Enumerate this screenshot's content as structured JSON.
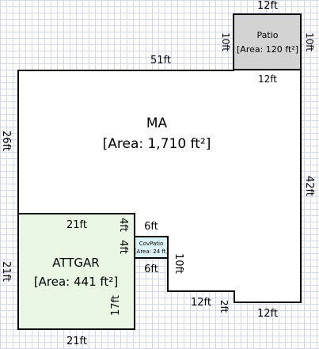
{
  "sketch": {
    "rooms": {
      "ma": {
        "name": "MA",
        "area": "[Area: 1,710 ft²]",
        "fill": "#ffffff"
      },
      "patio": {
        "name": "Patio",
        "area": "[Area: 120 ft²]",
        "fill": "#d3d3d3"
      },
      "attgar": {
        "name": "ATTGAR",
        "area": "[Area: 441 ft²]",
        "fill": "#eaf7e4"
      },
      "covpatio": {
        "name": "CovPatio",
        "area": "[Area: 24 ft]",
        "fill": "#ddf4f6"
      }
    },
    "dimensions": {
      "ma_top": "51ft",
      "ma_left": "26ft",
      "ma_right": "42ft",
      "patio_top": "12ft",
      "patio_bottom": "12ft",
      "patio_left": "10ft",
      "patio_right": "10ft",
      "garage_top": "21ft",
      "garage_left": "21ft",
      "garage_bottom": "21ft",
      "garage_right": "17ft",
      "covpatio_top": "6ft",
      "covpatio_bottom": "6ft",
      "covpatio_left": "4ft",
      "covpatio_right": "4ft",
      "step_right": "10ft",
      "step_bottom": "12ft",
      "step_jog": "2ft",
      "bottom_right": "12ft"
    }
  }
}
